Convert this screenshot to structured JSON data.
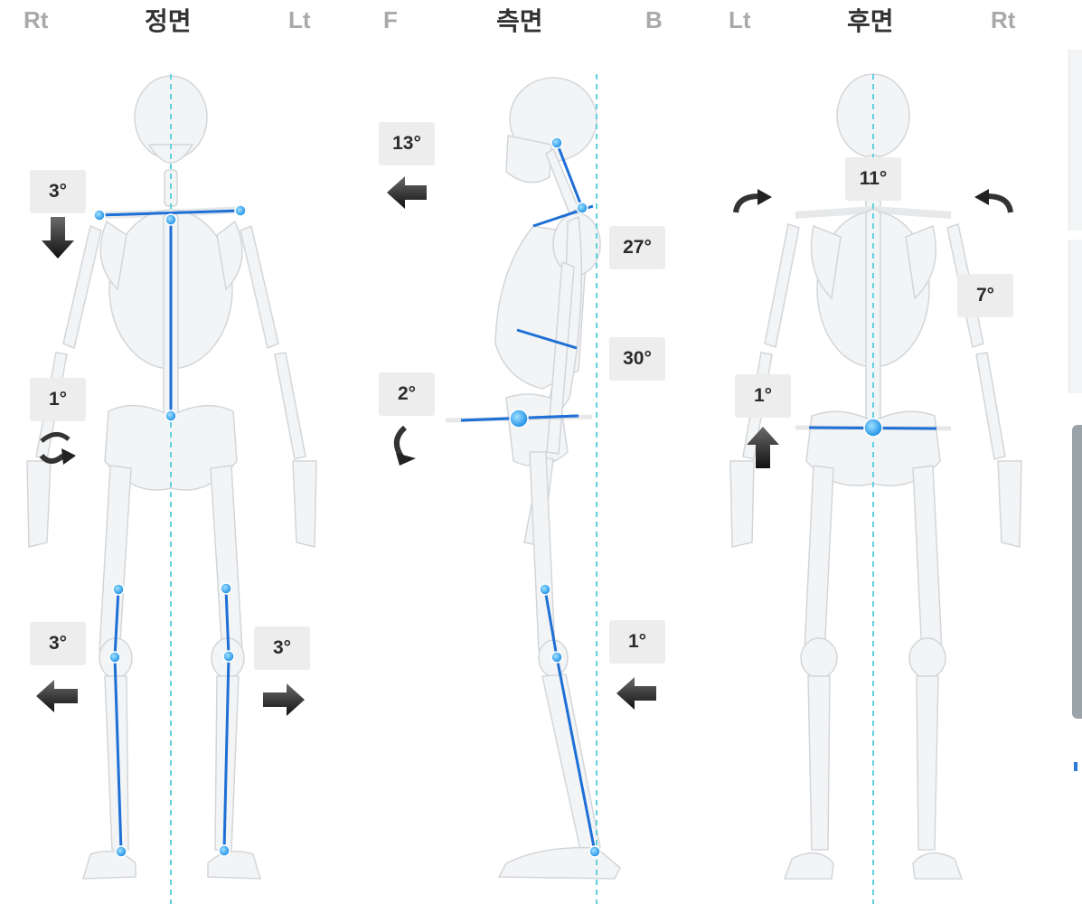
{
  "views": {
    "front": {
      "left_label": "Rt",
      "title": "정면",
      "right_label": "Lt"
    },
    "side": {
      "left_label": "F",
      "title": "측면",
      "right_label": "B"
    },
    "back": {
      "left_label": "Lt",
      "title": "후면",
      "right_label": "Rt"
    }
  },
  "measurements": {
    "front": {
      "shoulder_tilt": "3°",
      "pelvis_rotation": "1°",
      "right_knee": "3°",
      "left_knee": "3°"
    },
    "side": {
      "head_forward": "13°",
      "upper_back": "27°",
      "lower_back": "30°",
      "pelvis_tilt": "2°",
      "knee": "1°"
    },
    "back": {
      "neck": "11°",
      "scapula": "7°",
      "pelvis": "1°"
    }
  },
  "icons": {
    "down": "arrow-down-icon",
    "left": "arrow-left-icon",
    "right": "arrow-right-icon",
    "up": "arrow-up-icon",
    "rotate": "rotate-icon"
  },
  "colors": {
    "marker_line": "#1e6fd6",
    "marker_dot": "#27a0f0",
    "center_line": "#5fd2de",
    "bone": "#f3f4f5",
    "bone_outline": "#d3d6d9",
    "arrow": "#2a2a2a"
  }
}
